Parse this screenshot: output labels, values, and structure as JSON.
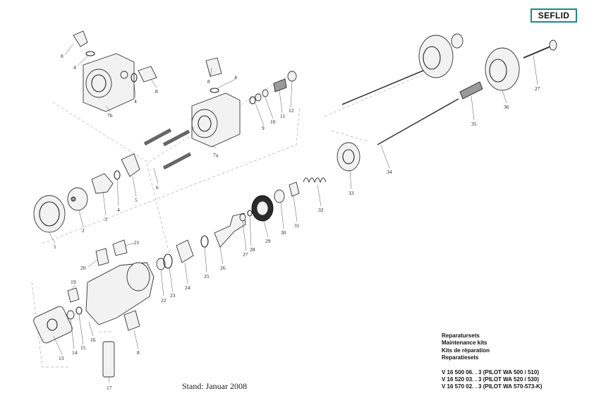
{
  "brand": {
    "logo_text": "SEFLID",
    "accent": "#1a8a8a"
  },
  "stand": "Stand:  Januar 2008",
  "kits": {
    "titles": [
      "Reparatursets",
      "Maintenance kits",
      "Kits de réparation",
      "Reparatiesets"
    ],
    "codes": [
      "V 16 500 06. . 3 (PILOT WA 500 / 510)",
      "V 16 520 03. . 3 (PILOT WA 520 / 530)",
      "V 16 570 02. . 3 (PILOT WA 570-573-K)"
    ]
  },
  "part_labels": {
    "p1": "1",
    "p2": "2",
    "p3": "3",
    "p4a": "4",
    "p4b": "4",
    "p4c": "4",
    "p5": "5",
    "p6": "6",
    "p7a": "7a",
    "p7b": "7b",
    "p8a": "8",
    "p8b": "8",
    "p8c": "8",
    "p8d": "8",
    "p9": "9",
    "p10": "10",
    "p11": "11",
    "p12": "12",
    "p13": "13",
    "p14": "14",
    "p15": "15",
    "p16": "16",
    "p17": "17",
    "p19": "19",
    "p20": "20",
    "p21": "21",
    "p22": "22",
    "p23": "23",
    "p24": "24",
    "p25": "25",
    "p26": "26",
    "p27a": "27",
    "p27b": "27",
    "p28": "28",
    "p29": "29",
    "p30": "30",
    "p31": "31",
    "p32": "32",
    "p33": "33",
    "p34": "34",
    "p35": "35",
    "p36": "36"
  }
}
